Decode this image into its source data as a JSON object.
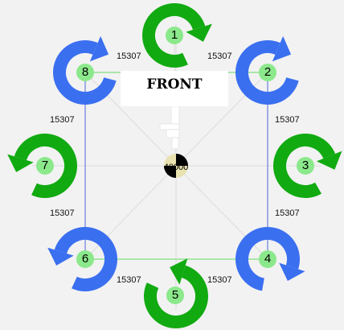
{
  "front_label": "FRONT",
  "center_value": "40000",
  "distances": {
    "top_left": "15307",
    "top_right": "15307",
    "left_upper": "15307",
    "right_upper": "15307",
    "left_lower": "15307",
    "right_lower": "15307",
    "bottom_left": "15307",
    "bottom_right": "15307"
  },
  "motors": [
    {
      "number": "1",
      "color": "#11aa11",
      "direction": "cw"
    },
    {
      "number": "2",
      "color": "#3a6ff0",
      "direction": "cw"
    },
    {
      "number": "3",
      "color": "#11aa11",
      "direction": "cw"
    },
    {
      "number": "4",
      "color": "#3a6ff0",
      "direction": "cw"
    },
    {
      "number": "5",
      "color": "#11aa11",
      "direction": "ccw"
    },
    {
      "number": "6",
      "color": "#3a6ff0",
      "direction": "ccw"
    },
    {
      "number": "7",
      "color": "#11aa11",
      "direction": "ccw"
    },
    {
      "number": "8",
      "color": "#3a6ff0",
      "direction": "cw"
    }
  ],
  "colors": {
    "frame_green": "#7fe07f",
    "frame_blue": "#6b7fe0",
    "spoke_gray": "#dcdcdc"
  }
}
